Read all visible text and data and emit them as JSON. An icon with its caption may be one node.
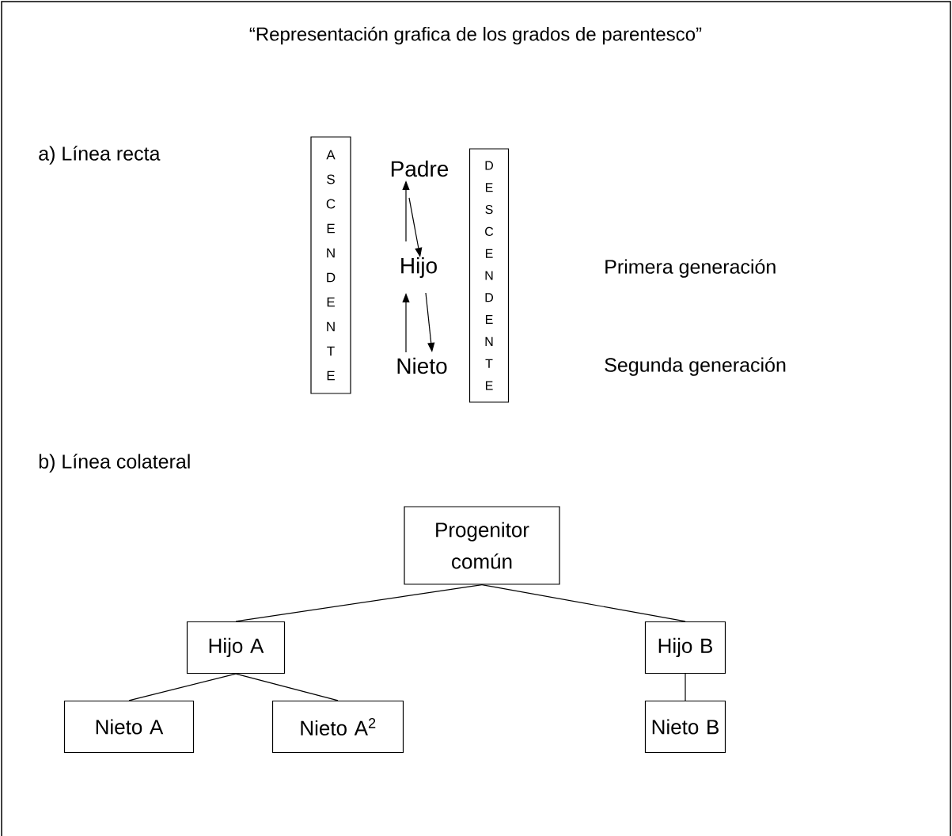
{
  "diagram": {
    "title": "“Representación grafica de los grados de parentesco”",
    "nodes": [
      {
        "text": [
          "A S C E N D E N T E"
        ]
      },
      {
        "text": [
          "Padre"
        ]
      },
      {
        "text": [
          "Hijo"
        ]
      },
      {
        "text": [
          "Nieto"
        ]
      },
      {
        "text": [
          "D E S C E N D E N T E"
        ]
      },
      {
        "text": [
          "Progenitor común"
        ]
      },
      {
        "text": [
          "Hijo A"
        ]
      },
      {
        "text": [
          "Hijo B"
        ]
      },
      {
        "text": [
          "Nieto A"
        ]
      },
      {
        "text": [
          "Nieto A$^{2}$"
        ]
      },
      {
        "text": [
          "Nieto B"
        ]
      }
    ],
    "edges": [
      {
        "from": 2,
        "to": 1,
        "arrow": "to"
      },
      {
        "from": 1,
        "to": 2,
        "arrow": "to"
      },
      {
        "from": 3,
        "to": 2,
        "arrow": "to"
      },
      {
        "from": 2,
        "to": 3,
        "arrow": "to"
      },
      {
        "from": 5,
        "to": 6,
        "arrow": "none"
      },
      {
        "from": 5,
        "to": 7,
        "arrow": "none"
      },
      {
        "from": 6,
        "to": 8,
        "arrow": "none"
      },
      {
        "from": 6,
        "to": 9,
        "arrow": "none"
      },
      {
        "from": 7,
        "to": 10,
        "arrow": "none"
      }
    ],
    "labels": [
      "a)  Línea recta",
      "Primera generación",
      "Segunda generación",
      "b)  Línea colateral"
    ]
  }
}
